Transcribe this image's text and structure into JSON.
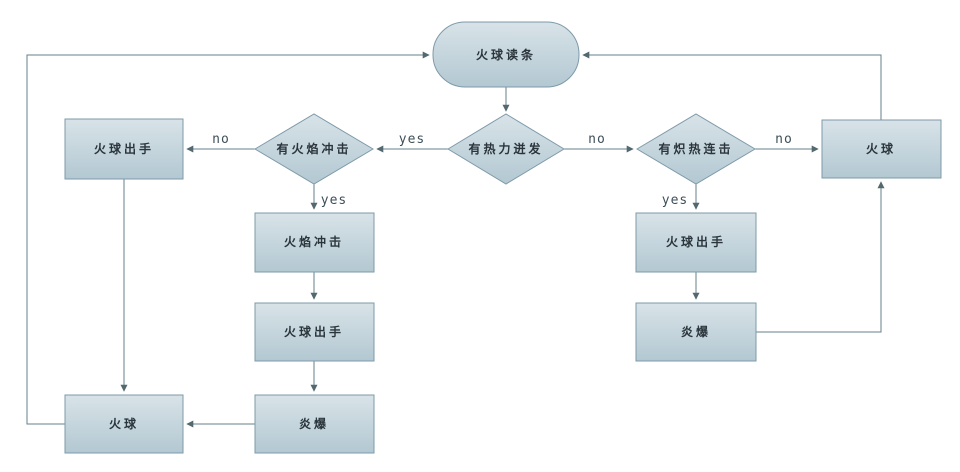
{
  "diagram": {
    "type": "flowchart",
    "title_hint": "fire spell rotation flowchart",
    "colors": {
      "background": "#ffffff",
      "node_fill_top": "#d8e3e8",
      "node_fill_bottom": "#b3c8d2",
      "node_border": "#7e9aa9",
      "edge_line": "#64808e",
      "arrowhead": "#53696f",
      "node_text": "#2b353c",
      "edge_label_text": "#3d4f59"
    },
    "nodes": {
      "start": {
        "shape": "stadium",
        "label": "火球读条"
      },
      "decision_fire_blast": {
        "shape": "diamond",
        "label": "有火焰冲击"
      },
      "decision_hot_streak": {
        "shape": "diamond",
        "label": "有热力迸发"
      },
      "decision_scorch_combo": {
        "shape": "diamond",
        "label": "有炽热连击"
      },
      "left_fireball_release": {
        "shape": "rect",
        "label": "火球出手"
      },
      "left_fireball": {
        "shape": "rect",
        "label": "火球"
      },
      "mid_fire_blast": {
        "shape": "rect",
        "label": "火焰冲击"
      },
      "mid_fireball_release": {
        "shape": "rect",
        "label": "火球出手"
      },
      "mid_pyroblast": {
        "shape": "rect",
        "label": "炎爆"
      },
      "right_fireball_release": {
        "shape": "rect",
        "label": "火球出手"
      },
      "right_pyroblast": {
        "shape": "rect",
        "label": "炎爆"
      },
      "right_fireball": {
        "shape": "rect",
        "label": "火球"
      }
    },
    "edge_labels": {
      "fire_blast_no": "no",
      "hot_streak_yes": "yes",
      "hot_streak_no": "no",
      "scorch_no": "no",
      "fire_blast_yes": "yes",
      "scorch_yes": "yes"
    }
  }
}
